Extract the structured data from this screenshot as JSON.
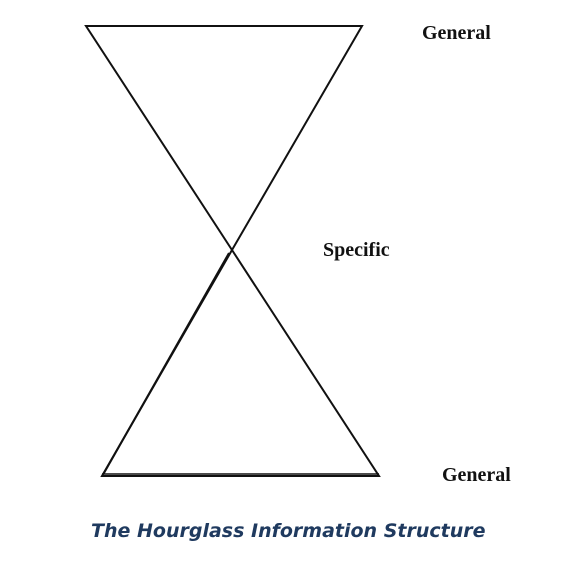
{
  "labels": {
    "top": "General",
    "middle": "Specific",
    "bottom": "General"
  },
  "caption": "The Hourglass Information Structure",
  "colors": {
    "stroke": "#111111",
    "caption": "#1f3a5f"
  }
}
